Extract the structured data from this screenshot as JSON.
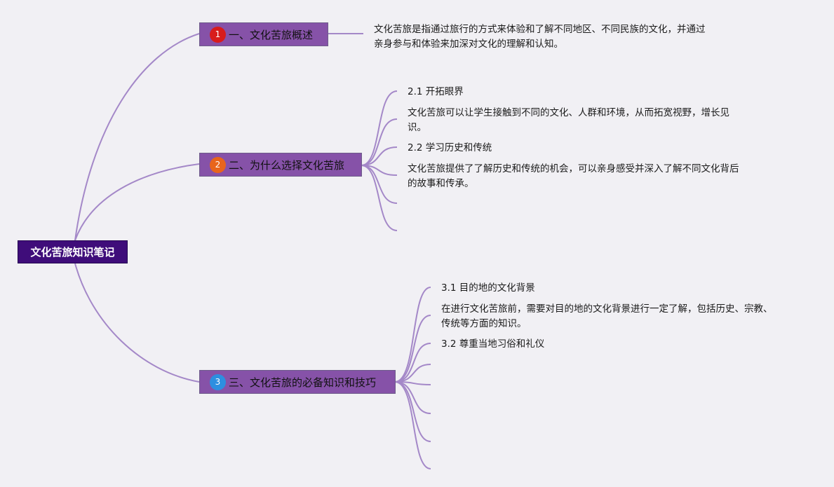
{
  "root": {
    "label": "文化苦旅知识笔记"
  },
  "colors": {
    "red": "#d81c1c",
    "orange": "#e8651c",
    "blue": "#2d8fe0"
  },
  "topics": [
    {
      "badge": "1",
      "label": "一、文化苦旅概述",
      "leaves": [
        {
          "lines": [
            "文化苦旅是指通过旅行的方式来体验和了解不同地区、不同民族的文化，并通过",
            "亲身参与和体验来加深对文化的理解和认知。"
          ]
        }
      ]
    },
    {
      "badge": "2",
      "label": "二、为什么选择文化苦旅",
      "leaves": [
        {
          "lines": [
            "2.1 开拓眼界"
          ]
        },
        {
          "lines": [
            "文化苦旅可以让学生接触到不同的文化、人群和环境，从而拓宽视野，增长见",
            "识。"
          ]
        },
        {
          "lines": [
            "2.2 学习历史和传统"
          ]
        },
        {
          "lines": [
            "文化苦旅提供了了解历史和传统的机会，可以亲身感受并深入了解不同文化背后",
            "的故事和传承。"
          ]
        }
      ]
    },
    {
      "badge": "3",
      "label": "三、文化苦旅的必备知识和技巧",
      "leaves": [
        {
          "lines": [
            "3.1 目的地的文化背景"
          ]
        },
        {
          "lines": [
            "在进行文化苦旅前，需要对目的地的文化背景进行一定了解，包括历史、宗教、",
            "传统等方面的知识。"
          ]
        },
        {
          "lines": [
            "3.2 尊重当地习俗和礼仪"
          ]
        }
      ]
    }
  ]
}
